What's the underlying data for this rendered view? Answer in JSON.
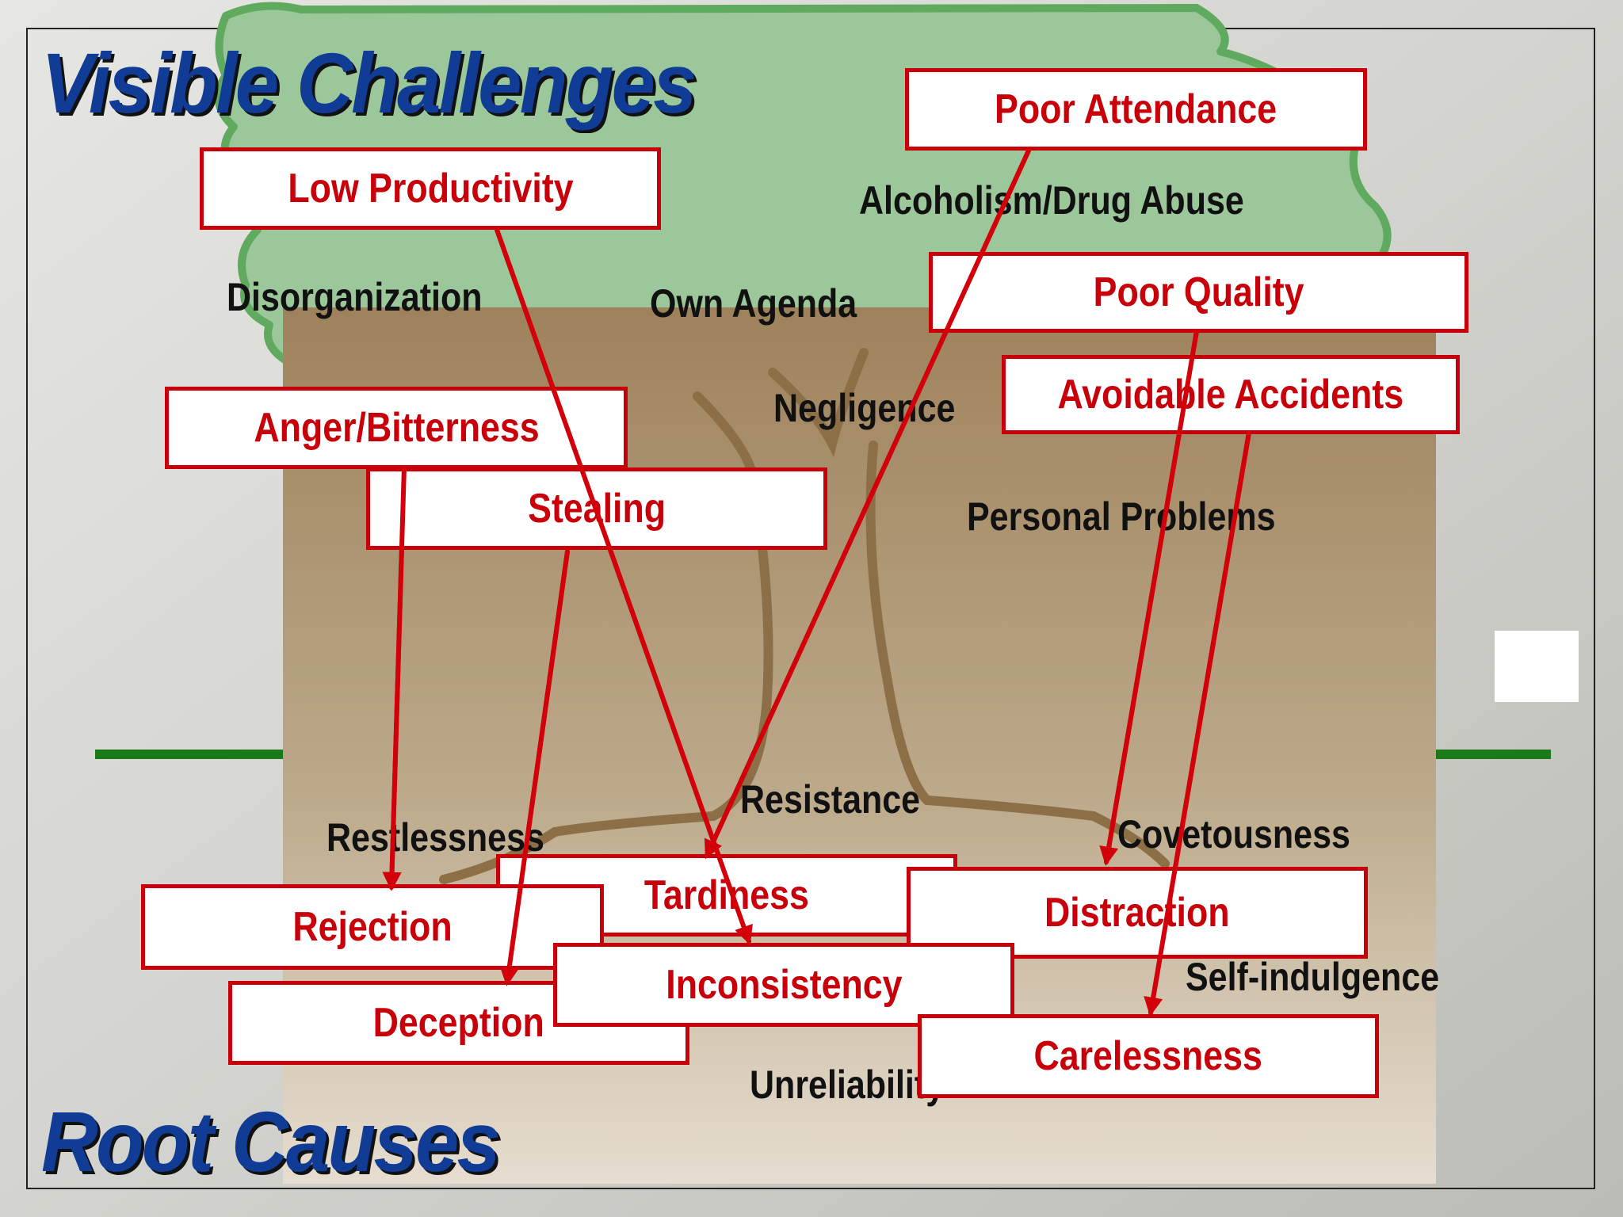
{
  "titles": {
    "top": "Visible Challenges",
    "bottom": "Root Causes"
  },
  "behaviors": {
    "disorganization": "Disorganization",
    "own_agenda": "Own Agenda",
    "alcoholism": "Alcoholism/Drug Abuse",
    "negligence": "Negligence",
    "personal_problems": "Personal Problems",
    "resistance": "Resistance",
    "restlessness": "Restlessness",
    "covetousness": "Covetousness",
    "self_indulgence": "Self-indulgence",
    "unreliability": "Unreliability"
  },
  "boxes": {
    "poor_attendance": "Poor Attendance",
    "low_productivity": "Low Productivity",
    "poor_quality": "Poor Quality",
    "avoidable_accidents": "Avoidable Accidents",
    "anger": "Anger/Bitterness",
    "stealing": "Stealing",
    "tardiness": "Tardiness",
    "rejection": "Rejection",
    "distraction": "Distraction",
    "inconsistency": "Inconsistency",
    "deception": "Deception",
    "carelessness": "Carelessness"
  },
  "colors": {
    "title": "#103c96",
    "box_border": "#c8000a",
    "arrow": "#d2000a",
    "canopy": "#9cc79a",
    "canopy_edge": "#5faa5f",
    "soil_top": "#9e825c",
    "soil_bottom": "#e0d6c4",
    "ground_line": "#1a7a1a"
  }
}
